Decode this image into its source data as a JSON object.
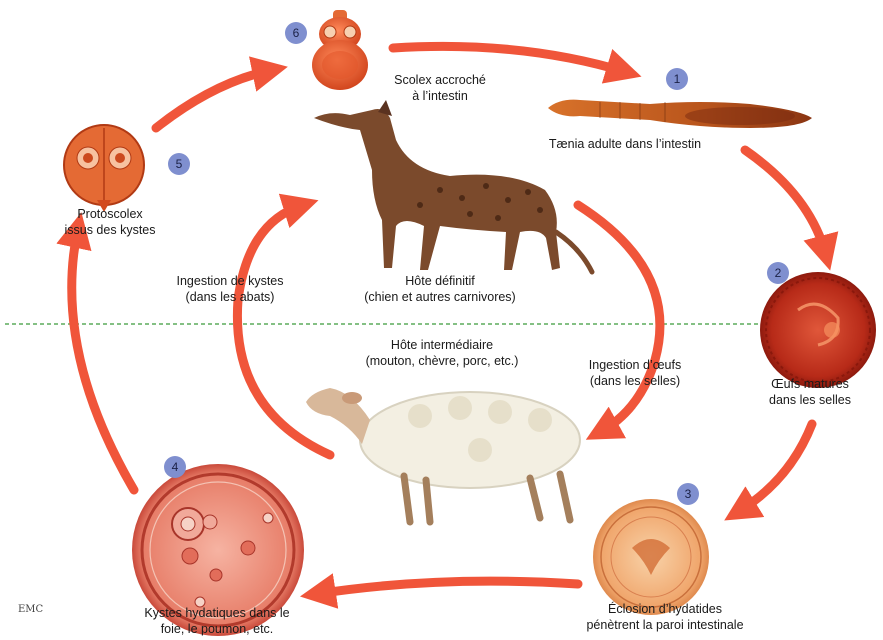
{
  "stages": [
    {
      "number": "1",
      "label": [
        "Tænia adulte dans l’intestin"
      ]
    },
    {
      "number": "2",
      "label": [
        "Œufs matures",
        "dans les selles"
      ]
    },
    {
      "number": "3",
      "label": [
        "Éclosion d’hydatides",
        "pénètrent la paroi intestinale"
      ]
    },
    {
      "number": "4",
      "label": [
        "Kystes hydatiques dans le",
        "foie, le poumon, etc."
      ]
    },
    {
      "number": "5",
      "label": [
        "Protoscolex",
        "issus des kystes"
      ]
    },
    {
      "number": "6",
      "label": [
        "Scolex accroché",
        "à l’intestin"
      ]
    }
  ],
  "hosts": {
    "definitive": [
      "Hôte définitif",
      "(chien et autres carnivores)"
    ],
    "intermediate": [
      "Hôte intermédiaire",
      "(mouton, chèvre, porc, etc.)"
    ]
  },
  "transmissions": {
    "cysts": [
      "Ingestion de kystes",
      "(dans les abats)"
    ],
    "eggs": [
      "Ingestion d’œufs",
      "(dans les selles)"
    ]
  },
  "credit": "EMC",
  "colors": {
    "arrow": "#f0553a",
    "badge": "#7f8fcf",
    "divider": "#3a9a3a",
    "egg": "#c2331c",
    "cyst": "#e8776a",
    "hydatid": "#f2b07e",
    "dog": "#7b4a2c",
    "sheep": "#f3efe2"
  }
}
